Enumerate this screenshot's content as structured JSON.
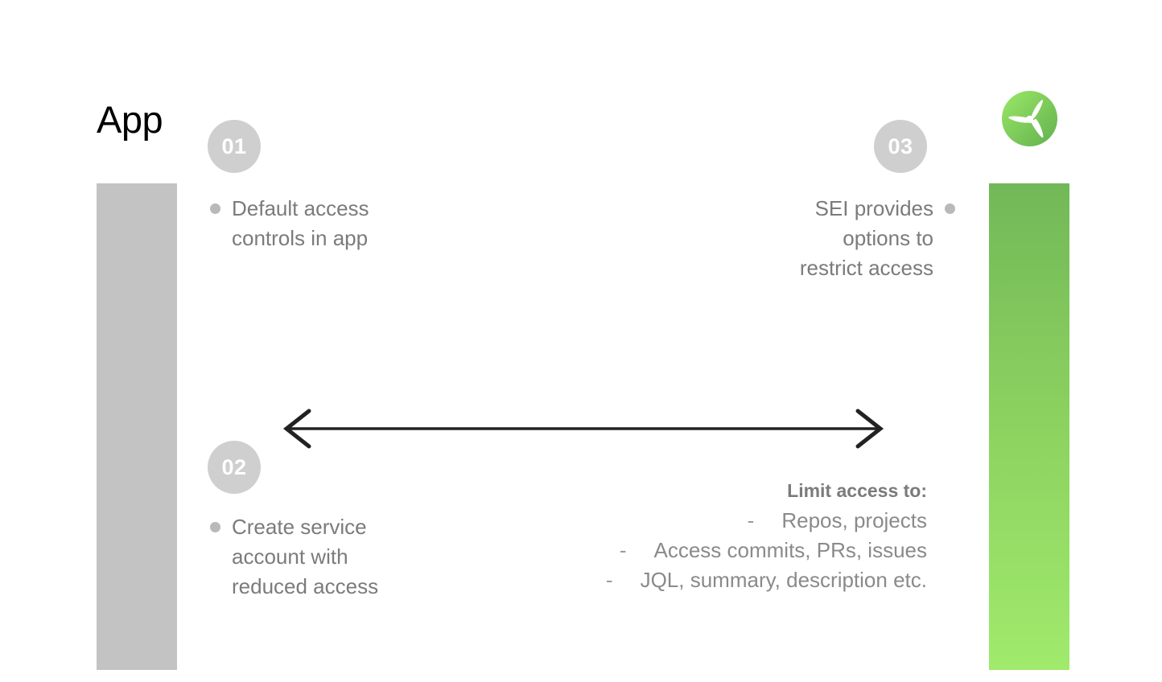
{
  "slide": {
    "title": "App",
    "background_color": "#ffffff"
  },
  "columns": {
    "left_bar": {
      "name": "app-column-bar",
      "color": "#c3c3c3"
    },
    "right_bar": {
      "name": "sei-column-bar",
      "gradient_from": "#72b858",
      "gradient_to": "#a0ea6c"
    }
  },
  "logo": {
    "name": "sei-propeller-logo",
    "circle_gradient_from": "#9ae866",
    "circle_gradient_to": "#62b04f",
    "blade_color": "#ffffff"
  },
  "steps": [
    {
      "number": "01",
      "text": "Default access controls in app",
      "lines": [
        "Default access",
        "controls in app"
      ],
      "align": "left",
      "badge_color": "#cfcfcf",
      "dot_color": "#b9b9b9",
      "text_color": "#7b7b7b"
    },
    {
      "number": "02",
      "text": "Create service account with reduced access",
      "lines": [
        "Create service",
        "account with",
        "reduced access"
      ],
      "align": "left",
      "badge_color": "#cfcfcf",
      "dot_color": "#b9b9b9",
      "text_color": "#7b7b7b"
    },
    {
      "number": "03",
      "text": "SEI provides options to restrict access",
      "lines": [
        "SEI provides",
        "options to",
        "restrict access"
      ],
      "align": "right",
      "badge_color": "#cfcfcf",
      "dot_color": "#b9b9b9",
      "text_color": "#7b7b7b"
    }
  ],
  "arrow": {
    "name": "bidirectional-arrow",
    "direction": "both",
    "color": "#222222"
  },
  "limit_access": {
    "heading": "Limit access to:",
    "bullet_marker": "-",
    "items": [
      "Repos, projects",
      "Access commits, PRs, issues",
      "JQL, summary, description etc."
    ]
  }
}
